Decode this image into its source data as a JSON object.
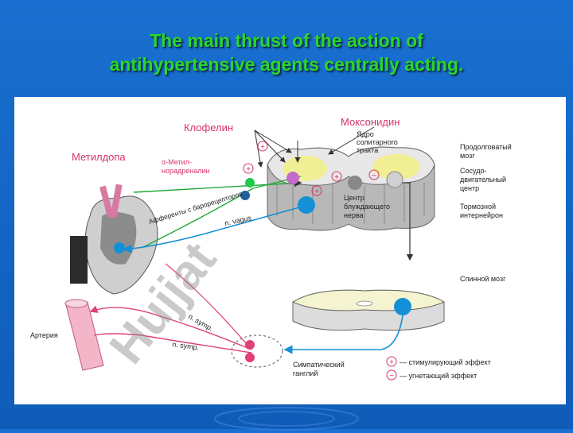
{
  "slide": {
    "title_line1": "The main thrust of the action of",
    "title_line2": "antihypertensive agents centrally acting."
  },
  "figure": {
    "labels": {
      "clonidine": "Клофелин",
      "moxonidine": "Моксонидин",
      "methyldopa": "Метилдопа",
      "alpha_methyl": "α-Метил-",
      "noradrenaline": "норадреналин",
      "solitary_1": "Ядро",
      "solitary_2": "солитарного",
      "solitary_3": "тракта",
      "medulla_1": "Продолговатый",
      "medulla_2": "мозг",
      "vasomotor_1": "Сосудо-",
      "vasomotor_2": "двигательный",
      "vasomotor_3": "центр",
      "vagus_center_1": "Центр",
      "vagus_center_2": "блуждающего",
      "vagus_center_3": "нерва",
      "inhib_1": "Тормозной",
      "inhib_2": "интернейрон",
      "baroreceptor": "Афференты с барорецепторов",
      "n_vagus": "n. vagus",
      "spinal_cord": "Спинной мозг",
      "artery": "Артерия",
      "n_symp_1": "n. symp.",
      "n_symp_2": "n. symp.",
      "ganglion_1": "Симпатический",
      "ganglion_2": "ганглий",
      "plus_sign": "+",
      "minus_sign": "−",
      "legend_stim": "— стимулирующий эффект",
      "legend_inhib": "— угнетающий эффект"
    },
    "watermark": "Hujjat",
    "colors": {
      "label_red": "#d6336c",
      "green_path": "#22a83a",
      "blue_path": "#1490d6",
      "pink_path": "#e0407a",
      "yellow_nucleus": "#f2f08a",
      "tissue_grey": "#9a9a9a",
      "watermark": "#8c8c8c"
    }
  }
}
